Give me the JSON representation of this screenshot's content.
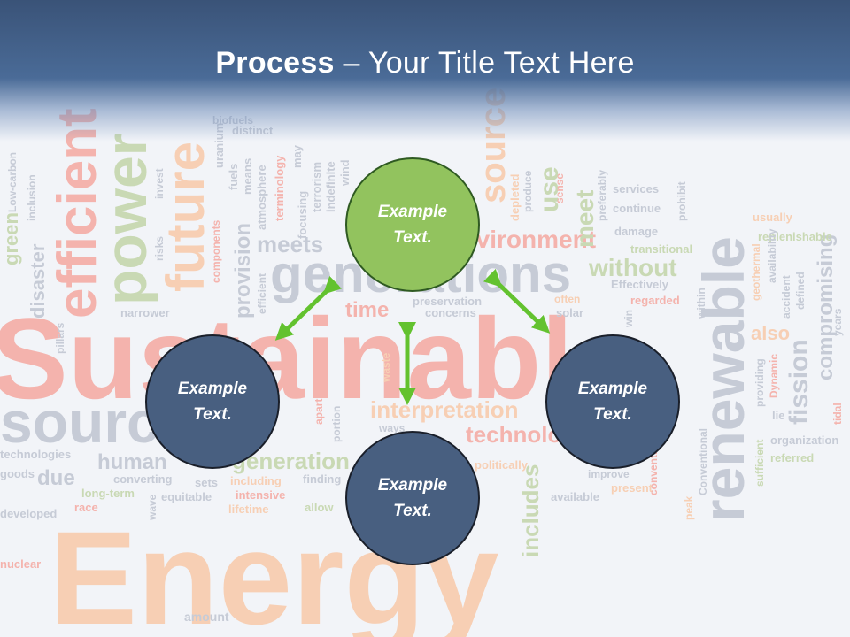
{
  "slide": {
    "title_bold": "Process",
    "title_rest": " – Your Title Text Here"
  },
  "nodes": {
    "top": "Example\nText.",
    "left": "Example\nText.",
    "right": "Example\nText.",
    "bottom": "Example\nText."
  },
  "colors": {
    "header": "#3e5a82",
    "node_blue": "#485f80",
    "node_green": "#92c35e",
    "arrow": "#63c22f"
  },
  "background_words": [
    "Sustainable",
    "Energy",
    "efficient",
    "power",
    "future",
    "sources",
    "renewable",
    "generations",
    "environment",
    "meets",
    "without",
    "interpretation",
    "technology",
    "human",
    "generation",
    "includes",
    "source",
    "use",
    "meet",
    "fission",
    "compromising",
    "time",
    "due",
    "provision",
    "disaster",
    "green",
    "Low-carbon",
    "inclusion",
    "biofuels",
    "distinct",
    "uranium",
    "fuels",
    "means",
    "atmosphere",
    "terminology",
    "may",
    "focusing",
    "terrorism",
    "indefinite",
    "wind",
    "components",
    "invest",
    "risks",
    "narrower",
    "efficient",
    "preservation",
    "concerns",
    "often",
    "solar",
    "regarded",
    "services",
    "continue",
    "prohibit",
    "damage",
    "transitional",
    "Effectively",
    "within",
    "usually",
    "replenishable",
    "geothermal",
    "availability",
    "accident",
    "defined",
    "also",
    "Dynamic",
    "providing",
    "lie",
    "tidal",
    "years",
    "organization",
    "referred",
    "sufficient",
    "Conventional",
    "peak",
    "present",
    "improve",
    "available",
    "pillars",
    "apart",
    "portion",
    "waste",
    "ways",
    "converting",
    "long-term",
    "race",
    "wave",
    "sets",
    "including",
    "equitable",
    "intensive",
    "lifetime",
    "allow",
    "finding",
    "politically",
    "produce",
    "depleted",
    "sense",
    "preferably",
    "technologies",
    "goods",
    "developed",
    "nuclear",
    "amount",
    "conventional",
    "win"
  ]
}
